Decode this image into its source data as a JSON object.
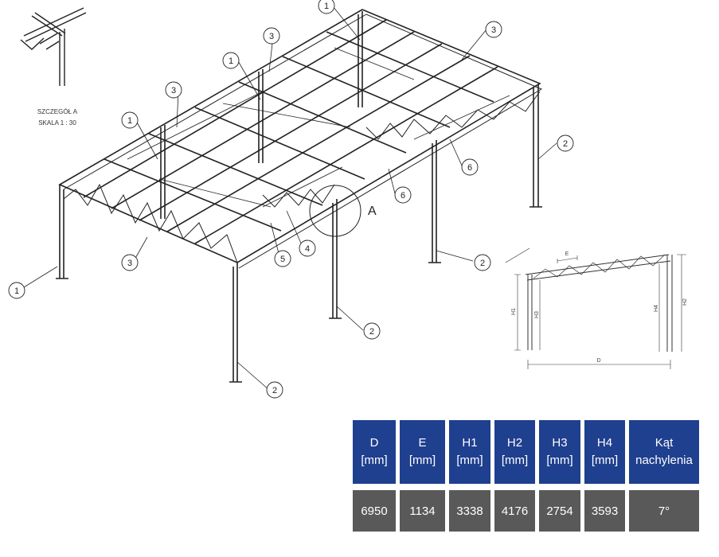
{
  "detail": {
    "title": "SZCZEGÓŁ A",
    "scale": "SKALA 1 : 30"
  },
  "detail_label": "A",
  "callouts": [
    {
      "id": "c1a",
      "text": "1"
    },
    {
      "id": "c1b",
      "text": "1"
    },
    {
      "id": "c1c",
      "text": "1"
    },
    {
      "id": "c1d",
      "text": "1"
    },
    {
      "id": "c3a",
      "text": "3"
    },
    {
      "id": "c3b",
      "text": "3"
    },
    {
      "id": "c3c",
      "text": "3"
    },
    {
      "id": "c3d",
      "text": "3"
    },
    {
      "id": "c2a",
      "text": "2"
    },
    {
      "id": "c2b",
      "text": "2"
    },
    {
      "id": "c2c",
      "text": "2"
    },
    {
      "id": "c2d",
      "text": "2"
    },
    {
      "id": "c6a",
      "text": "6"
    },
    {
      "id": "c6b",
      "text": "6"
    },
    {
      "id": "c5",
      "text": "5"
    },
    {
      "id": "c4",
      "text": "4"
    }
  ],
  "side_view_dims": {
    "h1": "H1",
    "h3": "H3",
    "h4": "H4",
    "h2": "H2",
    "d": "D",
    "e": "E"
  },
  "table": {
    "headers": [
      {
        "line1": "D",
        "line2": "[mm]"
      },
      {
        "line1": "E",
        "line2": "[mm]"
      },
      {
        "line1": "H1",
        "line2": "[mm]"
      },
      {
        "line1": "H2",
        "line2": "[mm]"
      },
      {
        "line1": "H3",
        "line2": "[mm]"
      },
      {
        "line1": "H4",
        "line2": "[mm]"
      },
      {
        "line1": "Kąt",
        "line2": "nachylenia"
      }
    ],
    "values": [
      "6950",
      "1134",
      "3338",
      "4176",
      "2754",
      "3593",
      "7°"
    ]
  },
  "colors": {
    "header_bg": "#1f3f8f",
    "value_bg": "#595959",
    "line": "#222222"
  }
}
